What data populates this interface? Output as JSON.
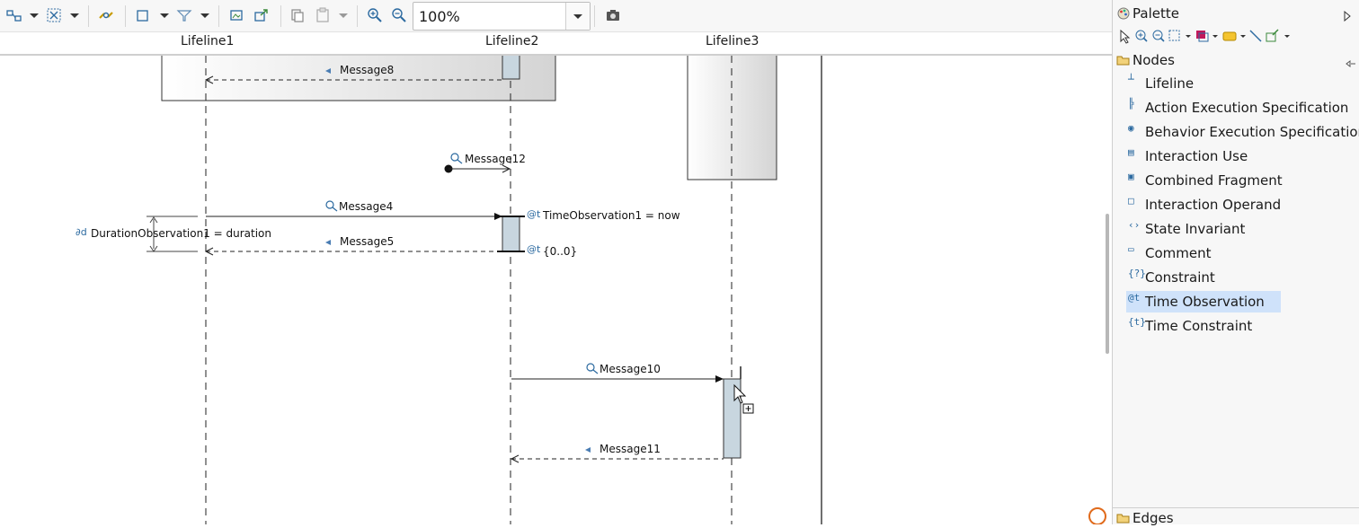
{
  "toolbar": {
    "zoom": "100%",
    "icons": [
      "arrange-all-icon",
      "dropdown-icon",
      "select-all-icon",
      "dropdown-icon",
      "router-icon",
      "shape-icon",
      "dropdown-icon",
      "filter-icon",
      "dropdown-icon",
      "image-icon",
      "export-icon",
      "copy-format-icon",
      "paste-format-icon",
      "dropdown-icon",
      "zoom-in-icon",
      "zoom-out-icon",
      "camera-icon"
    ]
  },
  "lifelines": {
    "l1": "Lifeline1",
    "l2": "Lifeline2",
    "l3": "Lifeline3"
  },
  "diagram": {
    "message8": "Message8",
    "message12": "Message12",
    "message4": "Message4",
    "message5": "Message5",
    "message10": "Message10",
    "message11": "Message11",
    "time_observation_label": "TimeObservation1 = now",
    "time_constraint_label": "{0..0}",
    "duration_observation_label": "DurationObservation1 = duration",
    "time_obs_icon": "@t",
    "time_cons_icon": "@t",
    "duration_icon": "∂d"
  },
  "palette": {
    "title": "Palette",
    "nodes_drawer": "Nodes",
    "edges_drawer": "Edges",
    "items": [
      {
        "label": "Lifeline",
        "icon": "lifeline-icon"
      },
      {
        "label": "Action Execution Specification",
        "icon": "action-execution-icon"
      },
      {
        "label": "Behavior Execution Specification",
        "icon": "behavior-execution-icon"
      },
      {
        "label": "Interaction Use",
        "icon": "interaction-use-icon"
      },
      {
        "label": "Combined Fragment",
        "icon": "combined-fragment-icon"
      },
      {
        "label": "Interaction Operand",
        "icon": "interaction-operand-icon"
      },
      {
        "label": "State Invariant",
        "icon": "state-invariant-icon"
      },
      {
        "label": "Comment",
        "icon": "comment-icon"
      },
      {
        "label": "Constraint",
        "icon": "constraint-icon"
      },
      {
        "label": "Time Observation",
        "icon": "time-observation-icon",
        "selected": true
      },
      {
        "label": "Time Constraint",
        "icon": "time-constraint-icon"
      }
    ]
  },
  "colors": {
    "selection": "#cfe2fa",
    "execution_fill": "#c8d6df",
    "icon_blue": "#2c6aa0"
  }
}
